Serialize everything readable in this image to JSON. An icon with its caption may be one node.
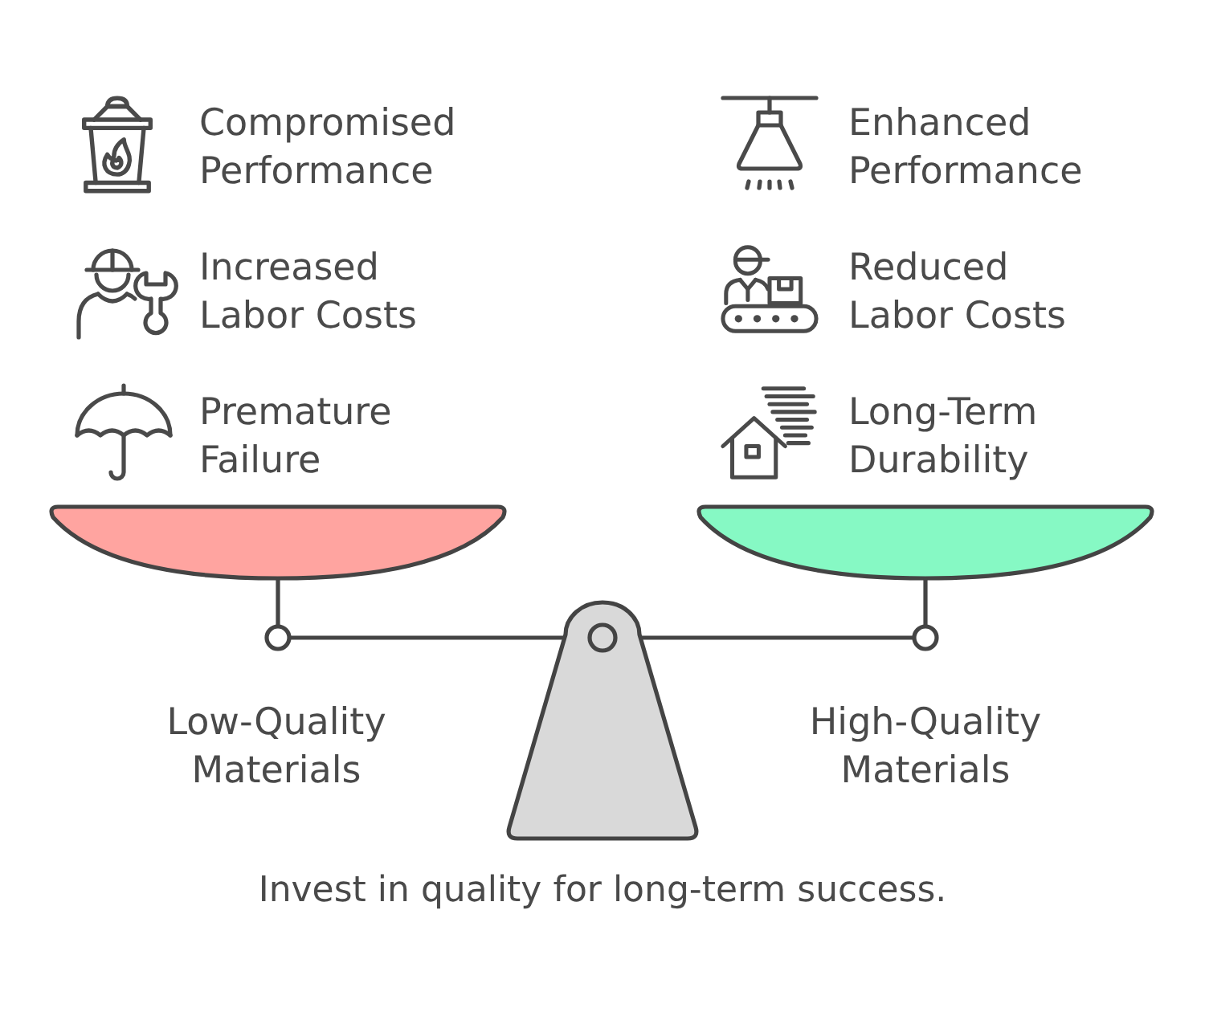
{
  "diagram": {
    "caption": "Invest in quality for long-term success.",
    "labels": [
      "Compromised Performance",
      "Enhanced Performance",
      "Increased Labor Costs",
      "Reduced Labor Costs",
      "Premature Failure",
      "Long-Term Durability",
      "Low-Quality Materials",
      "High-Quality Materials"
    ]
  }
}
